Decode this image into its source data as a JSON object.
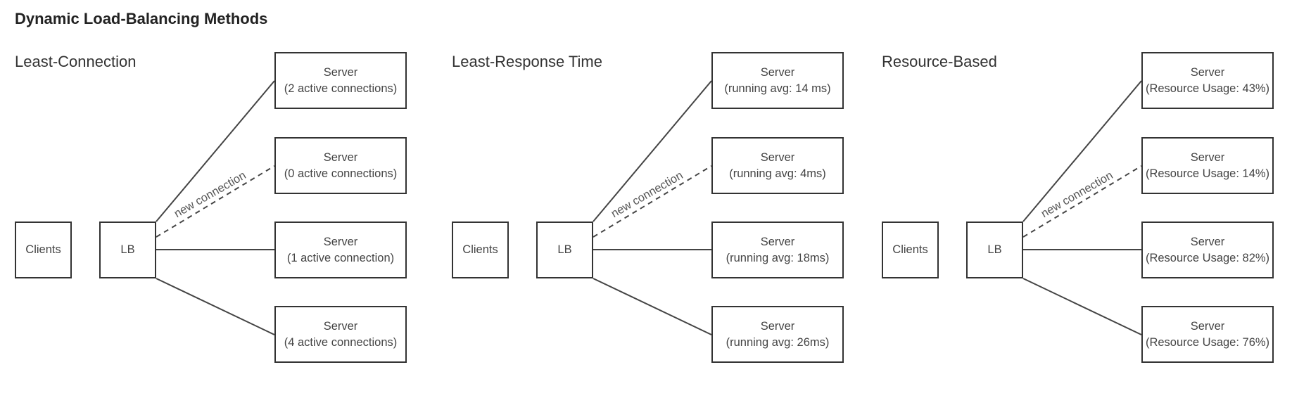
{
  "title": "Dynamic Load-Balancing Methods",
  "colors": {
    "stroke": "#333333",
    "text": "#444444",
    "background": "#ffffff"
  },
  "panels": [
    {
      "title": "Least-Connection",
      "clients_label": "Clients",
      "lb_label": "LB",
      "edge_label": "new connection",
      "servers": [
        {
          "name": "Server",
          "detail": "(2 active connections)"
        },
        {
          "name": "Server",
          "detail": "(0 active connections)"
        },
        {
          "name": "Server",
          "detail": "(1 active connection)"
        },
        {
          "name": "Server",
          "detail": "(4 active connections)"
        }
      ]
    },
    {
      "title": "Least-Response Time",
      "clients_label": "Clients",
      "lb_label": "LB",
      "edge_label": "new connection",
      "servers": [
        {
          "name": "Server",
          "detail": "(running avg: 14 ms)"
        },
        {
          "name": "Server",
          "detail": "(running avg: 4ms)"
        },
        {
          "name": "Server",
          "detail": "(running avg: 18ms)"
        },
        {
          "name": "Server",
          "detail": "(running avg: 26ms)"
        }
      ]
    },
    {
      "title": "Resource-Based",
      "clients_label": "Clients",
      "lb_label": "LB",
      "edge_label": "new connection",
      "servers": [
        {
          "name": "Server",
          "detail": "(Resource Usage: 43%)"
        },
        {
          "name": "Server",
          "detail": "(Resource Usage: 14%)"
        },
        {
          "name": "Server",
          "detail": "(Resource Usage: 82%)"
        },
        {
          "name": "Server",
          "detail": "(Resource Usage: 76%)"
        }
      ]
    }
  ],
  "links": {
    "selected_server_index": 1,
    "selected_style": "dashed",
    "other_style": "solid"
  }
}
